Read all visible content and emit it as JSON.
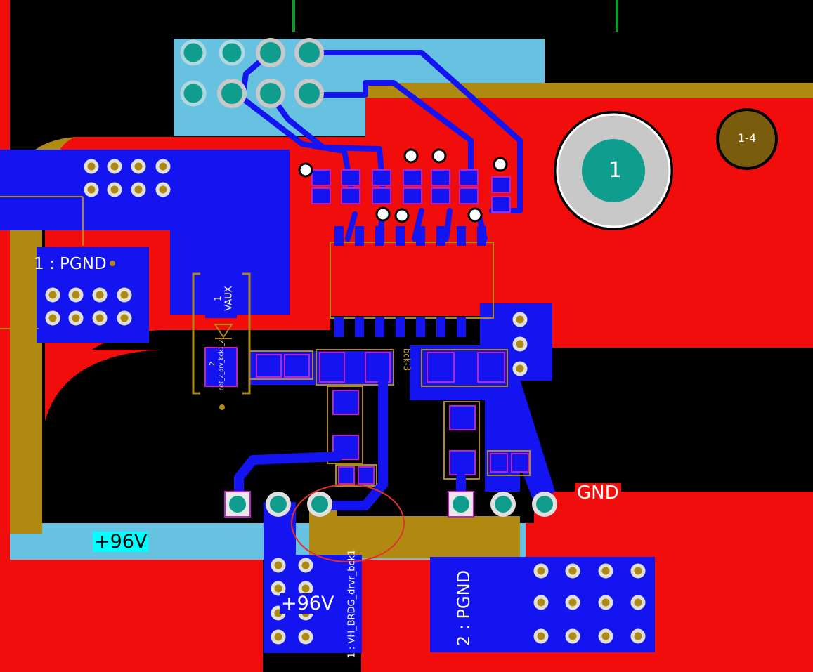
{
  "colors": {
    "background": "#000000",
    "top_copper": "#f20d0d",
    "top_copper_dark": "#e81010",
    "bottom_copper": "#1414f0",
    "silk_gold": "#b08a10",
    "plane_cyan": "#66c2e0",
    "pad_teal": "#0f9e8e",
    "via_ring": "#c8c8c8",
    "annotation_circle": "#e03030",
    "label_gnd_bg": "#f20d0d",
    "label_96v_bg": "#00ffff"
  },
  "labels": {
    "net_pgnd_1": "1 : PGND",
    "net_pgnd_2": "2 : PGND",
    "net_vaux": "VAUX",
    "net_vaux_num": "1",
    "net_gnd": "GND",
    "net_96v_cyan": "+96V",
    "net_96v_blue": "+96V",
    "net_vh": "1 : VH_BRDG_drvr_bck1",
    "mount_hole": "1",
    "mount_hole_small": "1-4",
    "silk_bck": "bck-3",
    "silk_diode": "2",
    "silk_diode_net": "net_2_drv_bck1_2"
  }
}
